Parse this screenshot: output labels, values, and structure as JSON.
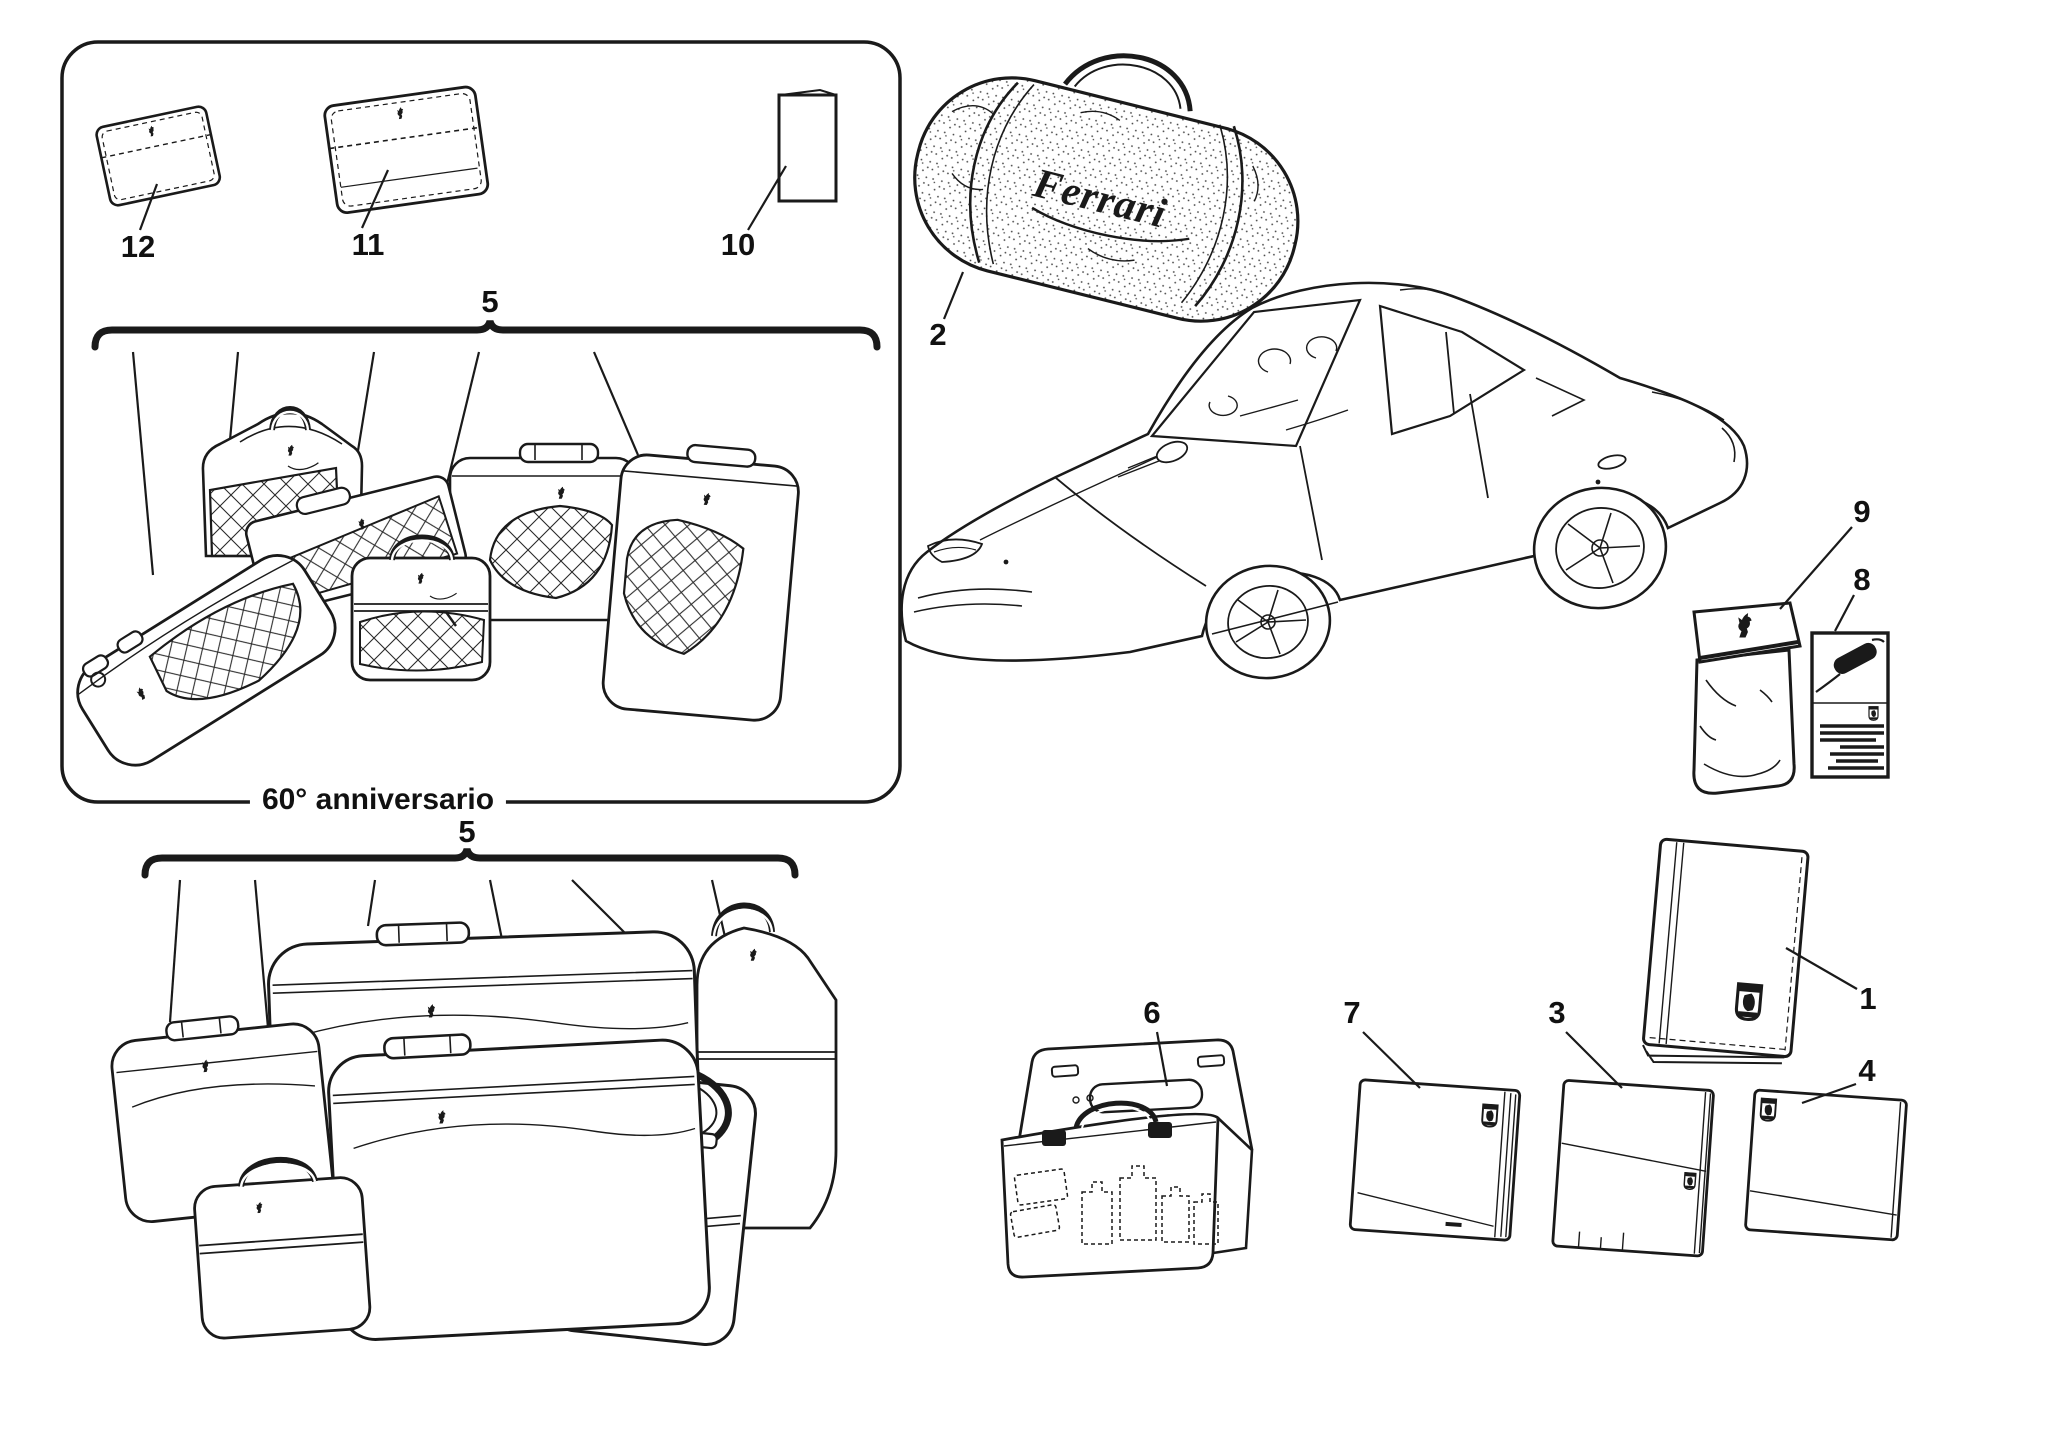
{
  "page": {
    "background": "#ffffff",
    "line_color": "#1a1a1a"
  },
  "figure": {
    "kind": "ferrari-accessories-parts-diagram",
    "anniversary_label": "60° anniversario",
    "duffel_logo": "Ferrari",
    "callouts": {
      "c1": "1",
      "c2": "2",
      "c3": "3",
      "c4": "4",
      "c5": "5",
      "c6": "6",
      "c7": "7",
      "c8": "8",
      "c9": "9",
      "c10": "10",
      "c11": "11",
      "c12": "12"
    }
  }
}
